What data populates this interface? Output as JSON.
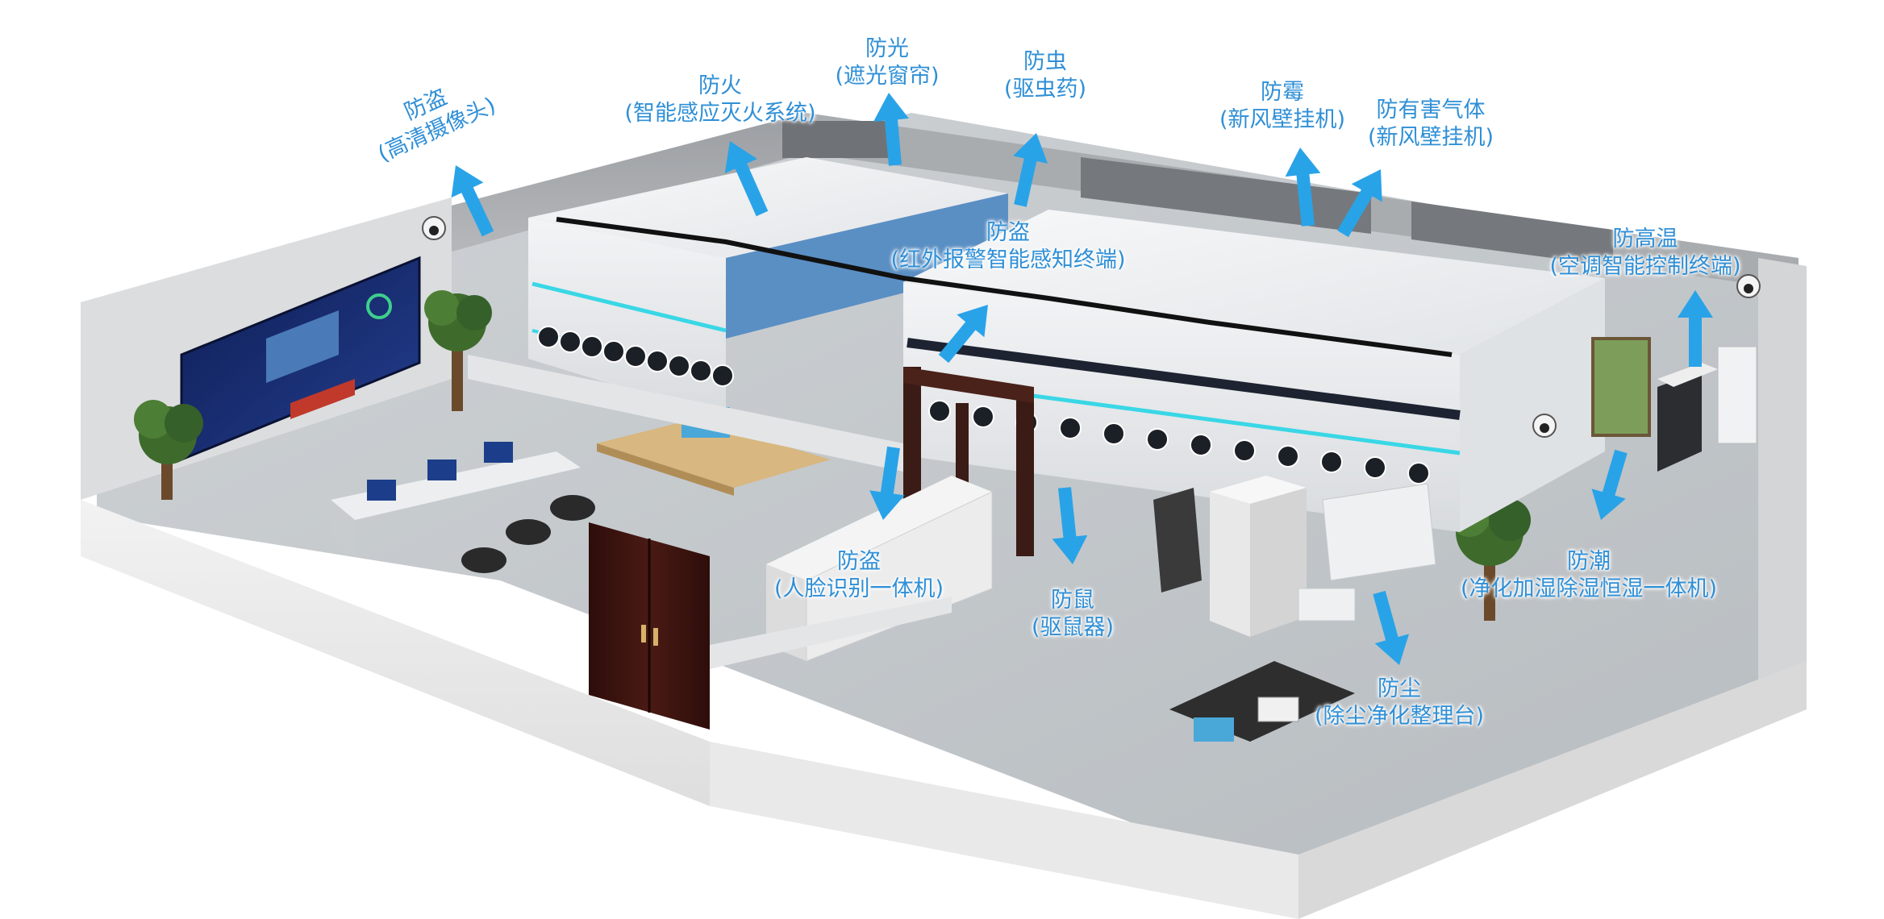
{
  "colors": {
    "label": "#2f8fd6",
    "arrow": "#29a3e8",
    "wall": "#dcdcdc",
    "floor": "#c4c8cb",
    "shelving": "#eef0f2",
    "accent": "#39d7e6",
    "door": "#3a1410",
    "screen": "#1a2c6e"
  },
  "callouts": [
    {
      "id": "camera",
      "title": "防盗",
      "detail": "(高清摄像头)"
    },
    {
      "id": "fire",
      "title": "防火",
      "detail": "(智能感应灭火系统)"
    },
    {
      "id": "light",
      "title": "防光",
      "detail": "(遮光窗帘)"
    },
    {
      "id": "insect",
      "title": "防虫",
      "detail": "(驱虫药)"
    },
    {
      "id": "mold",
      "title": "防霉",
      "detail": "(新风壁挂机)"
    },
    {
      "id": "gas",
      "title": "防有害气体",
      "detail": "(新风壁挂机)"
    },
    {
      "id": "infrared",
      "title": "防盗",
      "detail": "(红外报警智能感知终端)"
    },
    {
      "id": "heat",
      "title": "防高温",
      "detail": "(空调智能控制终端)"
    },
    {
      "id": "face",
      "title": "防盗",
      "detail": "(人脸识别一体机)"
    },
    {
      "id": "rodent",
      "title": "防鼠",
      "detail": "(驱鼠器)"
    },
    {
      "id": "damp",
      "title": "防潮",
      "detail": "(净化加湿除湿恒湿一体机)"
    },
    {
      "id": "dust",
      "title": "防尘",
      "detail": "(除尘净化整理台)"
    }
  ],
  "icons": {
    "arrow": "arrow-icon",
    "camera": "camera-icon",
    "plant": "plant-icon"
  }
}
